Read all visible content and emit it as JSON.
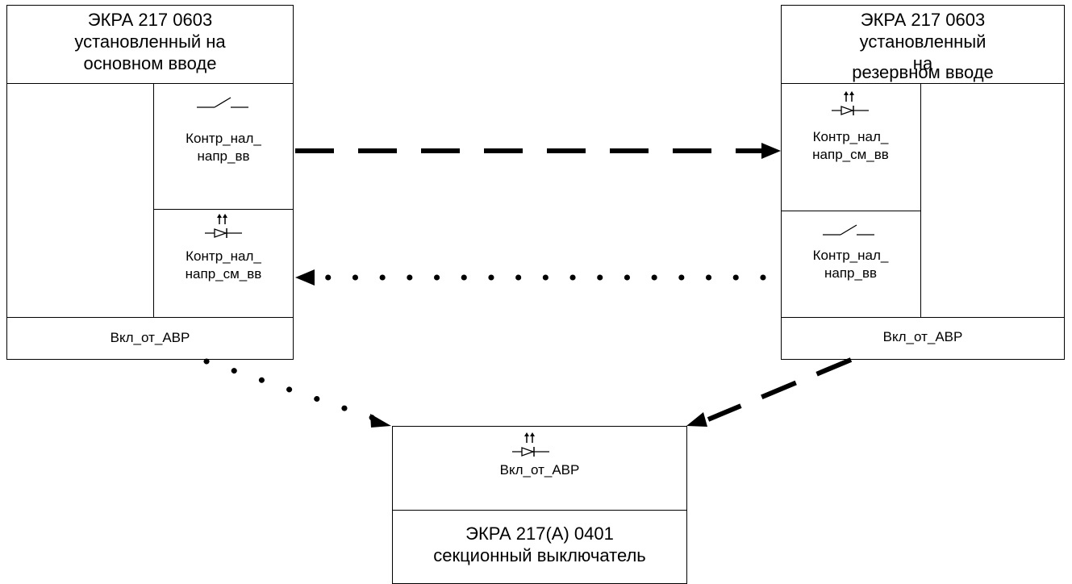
{
  "left_device": {
    "title_lines": [
      "ЭКРА 217 0603",
      "установленный на",
      "основном вводе"
    ],
    "output_signal": [
      "Контр_нал_",
      "напр_вв"
    ],
    "input_signal": [
      "Контр_нал_",
      "напр_см_вв"
    ],
    "bottom_signal": "Вкл_от_АВР"
  },
  "right_device": {
    "title_lines": [
      "ЭКРА 217 0603",
      "установленный",
      "на",
      "резервном вводе"
    ],
    "input_signal": [
      "Контр_нал_",
      "напр_см_вв"
    ],
    "output_signal": [
      "Контр_нал_",
      "напр_вв"
    ],
    "bottom_signal": "Вкл_от_АВР"
  },
  "bottom_device": {
    "input_signal": "Вкл_от_АВР",
    "title_lines": [
      "ЭКРА 217(А) 0401",
      "секционный выключатель"
    ]
  },
  "icons": {
    "contact": "normally-open-contact-icon",
    "input": "discrete-input-diode-icon"
  },
  "colors": {
    "line": "#000000",
    "background": "#ffffff"
  }
}
